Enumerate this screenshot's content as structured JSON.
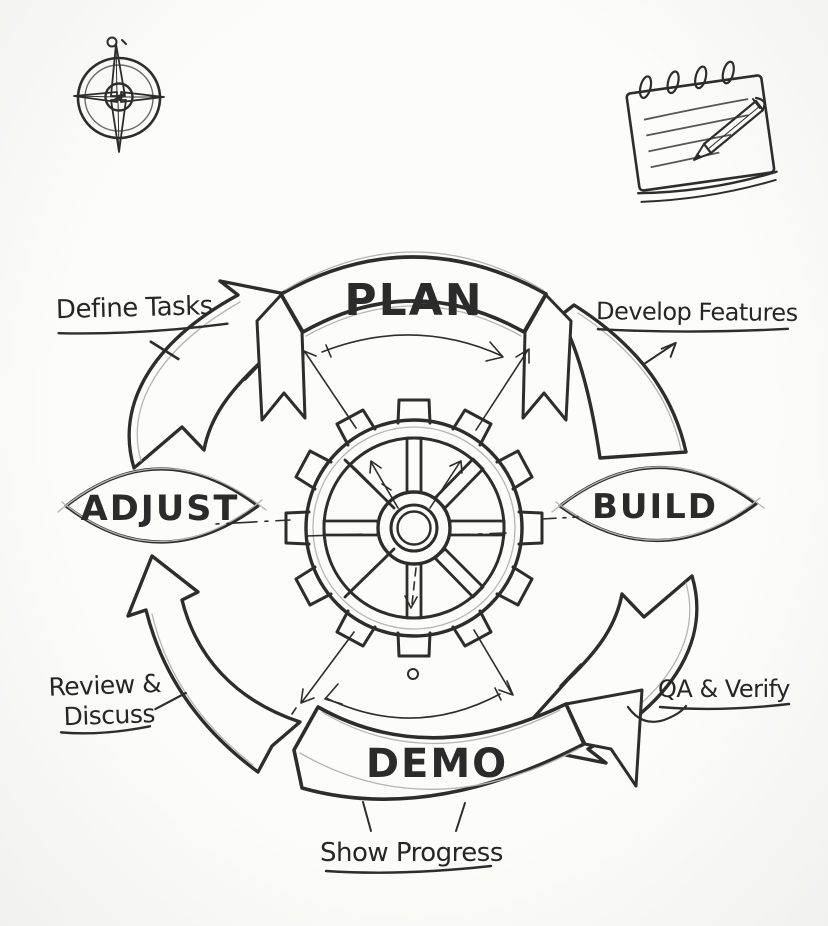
{
  "palette": {
    "ink": "#2d2d2d",
    "paper": "#fbfbf9",
    "sketch_gray": "#b5b5b5"
  },
  "icons": {
    "top_left": "compass-rose-icon",
    "top_right": "notepad-pencil-icon",
    "center": "gear-icon"
  },
  "cycle": {
    "type": "process-loop",
    "direction": "clockwise",
    "stages": [
      {
        "id": "plan",
        "label": "PLAN",
        "position": "top"
      },
      {
        "id": "build",
        "label": "BUILD",
        "position": "right"
      },
      {
        "id": "demo",
        "label": "DEMO",
        "position": "bottom"
      },
      {
        "id": "adjust",
        "label": "ADJUST",
        "position": "left"
      }
    ],
    "annotations": [
      {
        "for": "plan",
        "text": "Define Tasks",
        "position": "top-left"
      },
      {
        "for": "build",
        "text": "Develop Features",
        "position": "top-right"
      },
      {
        "for": "build-demo",
        "text": "QA & Verify",
        "position": "bottom-right"
      },
      {
        "for": "demo",
        "text": "Show Progress",
        "position": "bottom-center"
      },
      {
        "for": "adjust",
        "text": "Review & Discuss",
        "lines": [
          "Review &",
          "Discuss"
        ],
        "position": "bottom-left"
      }
    ]
  }
}
